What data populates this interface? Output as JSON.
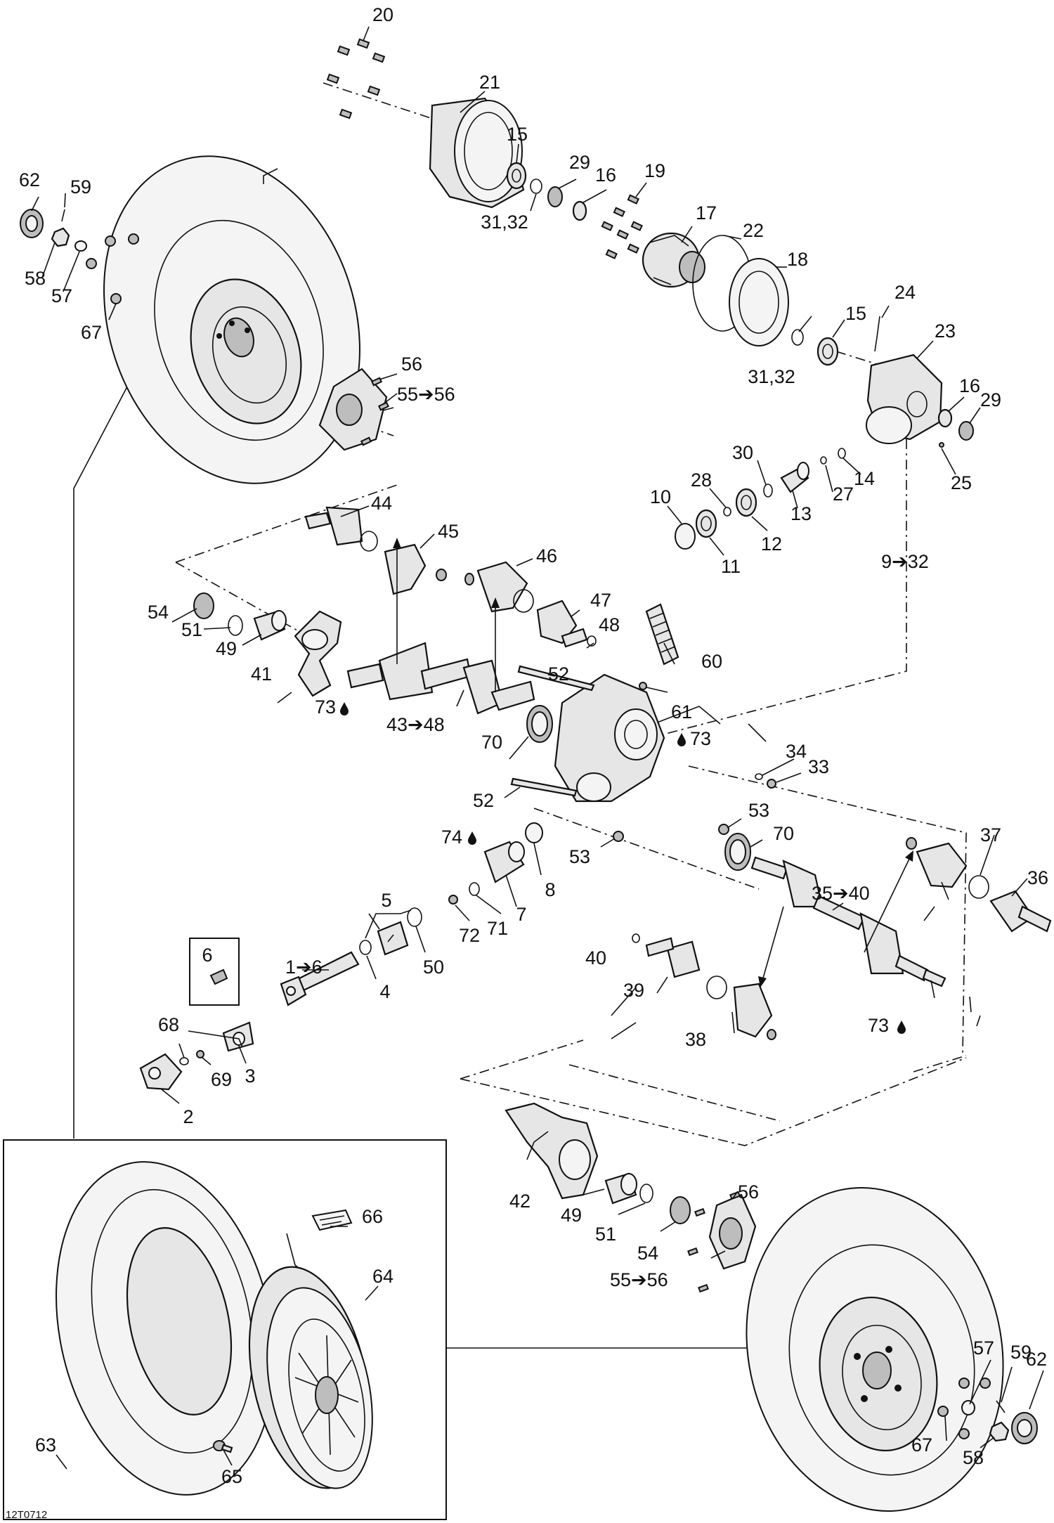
{
  "diagram": {
    "reference_code": "12T0712",
    "callouts": {
      "c1_6": "1➔6",
      "c2": "2",
      "c3": "3",
      "c4": "4",
      "c5": "5",
      "c6": "6",
      "c7": "7",
      "c8": "8",
      "c9_32": "9➔32",
      "c10": "10",
      "c11": "11",
      "c12": "12",
      "c13": "13",
      "c14": "14",
      "c15a": "15",
      "c15b": "15",
      "c16a": "16",
      "c16b": "16",
      "c17": "17",
      "c18": "18",
      "c19": "19",
      "c20": "20",
      "c21": "21",
      "c22": "22",
      "c23": "23",
      "c24": "24",
      "c25": "25",
      "c27": "27",
      "c28": "28",
      "c29a": "29",
      "c29b": "29",
      "c30": "30",
      "c3132a": "31,32",
      "c3132b": "31,32",
      "c33": "33",
      "c34": "34",
      "c35_40": "35➔40",
      "c36": "36",
      "c37": "37",
      "c38": "38",
      "c39": "39",
      "c40": "40",
      "c41": "41",
      "c42": "42",
      "c43_48": "43➔48",
      "c44": "44",
      "c45": "45",
      "c46": "46",
      "c47": "47",
      "c48": "48",
      "c49a": "49",
      "c49b": "49",
      "c50": "50",
      "c51a": "51",
      "c51b": "51",
      "c52a": "52",
      "c52b": "52",
      "c53a": "53",
      "c53b": "53",
      "c54a": "54",
      "c54b": "54",
      "c55_56a": "55➔56",
      "c55_56b": "55➔56",
      "c56a": "56",
      "c56b": "56",
      "c57a": "57",
      "c57b": "57",
      "c58a": "58",
      "c58b": "58",
      "c59a": "59",
      "c59b": "59",
      "c60": "60",
      "c61": "61",
      "c62a": "62",
      "c62b": "62",
      "c63": "63",
      "c64": "64",
      "c65": "65",
      "c66": "66",
      "c67a": "67",
      "c67b": "67",
      "c68": "68",
      "c69": "69",
      "c70a": "70",
      "c70b": "70",
      "c71": "71",
      "c72": "72",
      "c73a": "73",
      "c73b": "73",
      "c73c": "73",
      "c74": "74"
    }
  }
}
